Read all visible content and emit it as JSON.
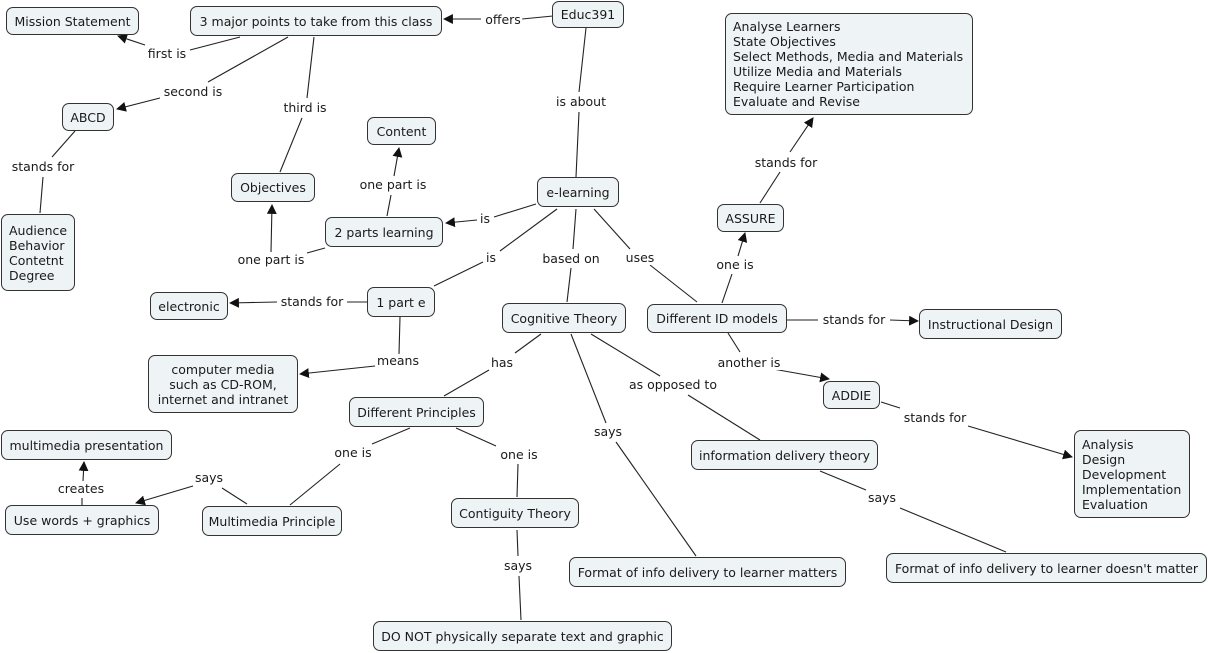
{
  "map_title": "Educ391",
  "nodes": {
    "mission": "Mission Statement",
    "major_points": "3 major points to take from this class",
    "educ391": "Educ391",
    "assure_list": "Analyse Learners\nState Objectives\nSelect Methods, Media and Materials\nUtilize Media and Materials\nRequire Learner Participation\nEvaluate and Revise",
    "abcd": "ABCD",
    "content": "Content",
    "objectives": "Objectives",
    "elearning": "e-learning",
    "assure": "ASSURE",
    "abcd_list": "Audience\nBehavior\nContetnt\nDegree",
    "two_parts": "2 parts learning",
    "electronic": "electronic",
    "one_part_e": "1 part e",
    "cognitive": "Cognitive Theory",
    "id_models": "Different ID models",
    "instructional_design": "Instructional Design",
    "computer_media": "computer media\nsuch as CD-ROM,\ninternet and intranet",
    "addie": "ADDIE",
    "principles": "Different Principles",
    "addie_list": "Analysis\nDesign\nDevelopment\nImplementation\nEvaluation",
    "multimedia_presentation": "multimedia presentation",
    "info_delivery": "information delivery theory",
    "words_graphics": "Use words + graphics",
    "multimedia_principle": "Multimedia Principle",
    "contiguity": "Contiguity Theory",
    "format_matters": "Format of info delivery to learner matters",
    "format_not_matter": "Format of info delivery to learner doesn't matter",
    "do_not_separate": "DO NOT physically separate text and graphic"
  },
  "links": {
    "offers": "offers",
    "first_is": "first is",
    "second_is": "second is",
    "third_is": "third is",
    "is_about": "is about",
    "abcd_stands_for": "stands for",
    "assure_stands_for": "stands for",
    "one_part_is_content": "one part is",
    "one_part_is_objectives": "one part is",
    "is_two_parts": "is",
    "is_one_part": "is",
    "based_on": "based on",
    "uses": "uses",
    "one_is_assure": "one is",
    "e_stands_for": "stands for",
    "id_stands_for": "stands for",
    "means": "means",
    "has": "has",
    "another_is": "another is",
    "as_opposed_to": "as opposed to",
    "addie_stands_for": "stands for",
    "cog_says": "says",
    "one_is_multimedia": "one is",
    "one_is_contiguity": "one is",
    "mm_says": "says",
    "creates": "creates",
    "info_says": "says",
    "contig_says": "says"
  },
  "colors": {
    "node_fill": "#eef3f5",
    "node_border": "#333333",
    "line": "#222222"
  }
}
